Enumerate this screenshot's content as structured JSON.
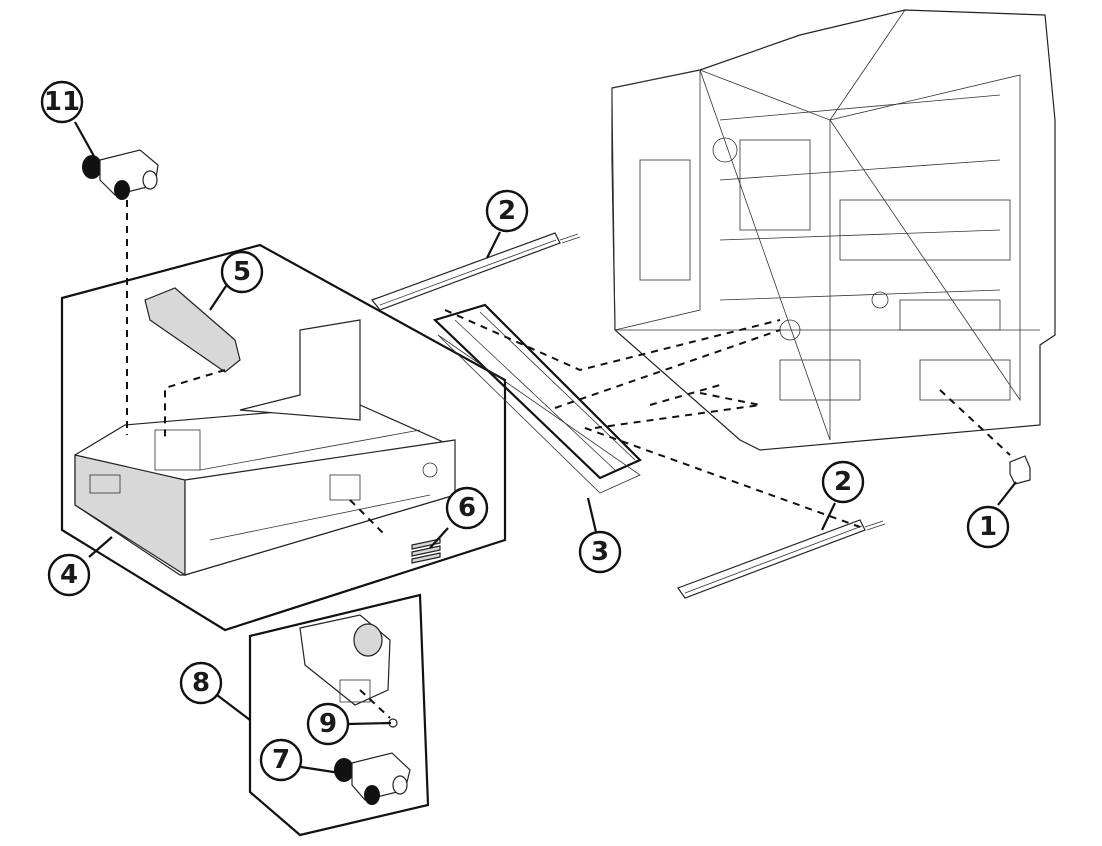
{
  "diagram": {
    "title": "Tray assembly exploded parts view",
    "callouts": [
      {
        "id": "c1",
        "label": "1",
        "part": "connector-bracket"
      },
      {
        "id": "c2a",
        "label": "2",
        "part": "tray-rail-upper"
      },
      {
        "id": "c2b",
        "label": "2",
        "part": "tray-rail-lower"
      },
      {
        "id": "c3",
        "label": "3",
        "part": "base-plate"
      },
      {
        "id": "c4",
        "label": "4",
        "part": "paper-tray-assembly"
      },
      {
        "id": "c5",
        "label": "5",
        "part": "separator-pad"
      },
      {
        "id": "c6",
        "label": "6",
        "part": "spring-clip"
      },
      {
        "id": "c7",
        "label": "7",
        "part": "pick-roller"
      },
      {
        "id": "c8",
        "label": "8",
        "part": "pick-assembly"
      },
      {
        "id": "c9",
        "label": "9",
        "part": "screw"
      },
      {
        "id": "c11",
        "label": "11",
        "part": "pick-roller-spare"
      }
    ]
  }
}
